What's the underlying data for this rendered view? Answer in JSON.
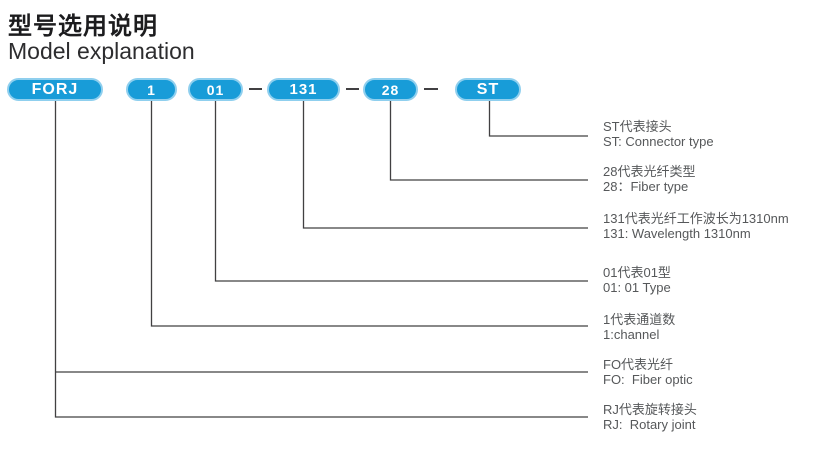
{
  "page": {
    "title_cn": "型号选用说明",
    "title_en": "Model explanation"
  },
  "model_code": {
    "segments": [
      {
        "label": "FORJ"
      },
      {
        "label": "1"
      },
      {
        "label": "01"
      },
      {
        "label": "131"
      },
      {
        "label": "28"
      },
      {
        "label": "ST"
      }
    ]
  },
  "legend": {
    "items": [
      {
        "cn": "ST代表接头",
        "en": "ST: Connector type"
      },
      {
        "cn": "28代表光纤类型",
        "en": "28：Fiber type"
      },
      {
        "cn": "131代表光纤工作波长为1310nm",
        "en": "131: Wavelength 1310nm"
      },
      {
        "cn": "01代表01型",
        "en": "01: 01 Type"
      },
      {
        "cn": "1代表通道数",
        "en": "1:channel"
      },
      {
        "cn": "FO代表光纤",
        "en": "FO:  Fiber optic"
      },
      {
        "cn": "RJ代表旋转接头",
        "en": "RJ:  Rotary joint"
      }
    ]
  },
  "colors": {
    "badge_fill": "#189cd8",
    "badge_border": "#8fcfee",
    "badge_text": "#ffffff",
    "connector_line": "#414042",
    "legend_text": "#56585a",
    "title_text": "#1c1c1e"
  }
}
